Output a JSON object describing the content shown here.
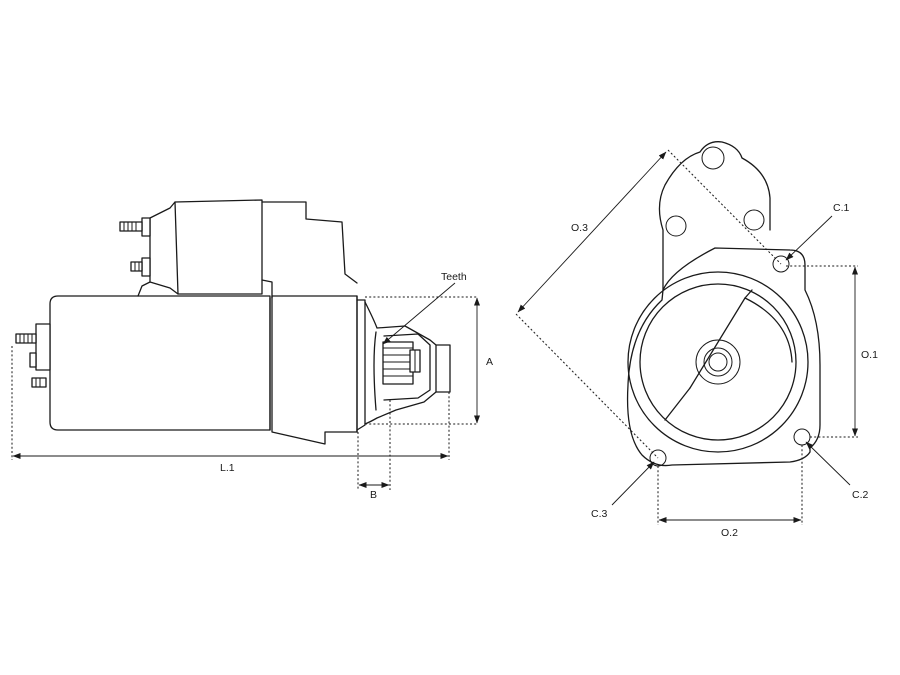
{
  "labels": {
    "teeth": "Teeth",
    "a": "A",
    "b": "B",
    "l1": "L.1",
    "o1": "O.1",
    "o2": "O.2",
    "o3": "O.3",
    "c1": "C.1",
    "c2": "C.2",
    "c3": "C.3"
  }
}
